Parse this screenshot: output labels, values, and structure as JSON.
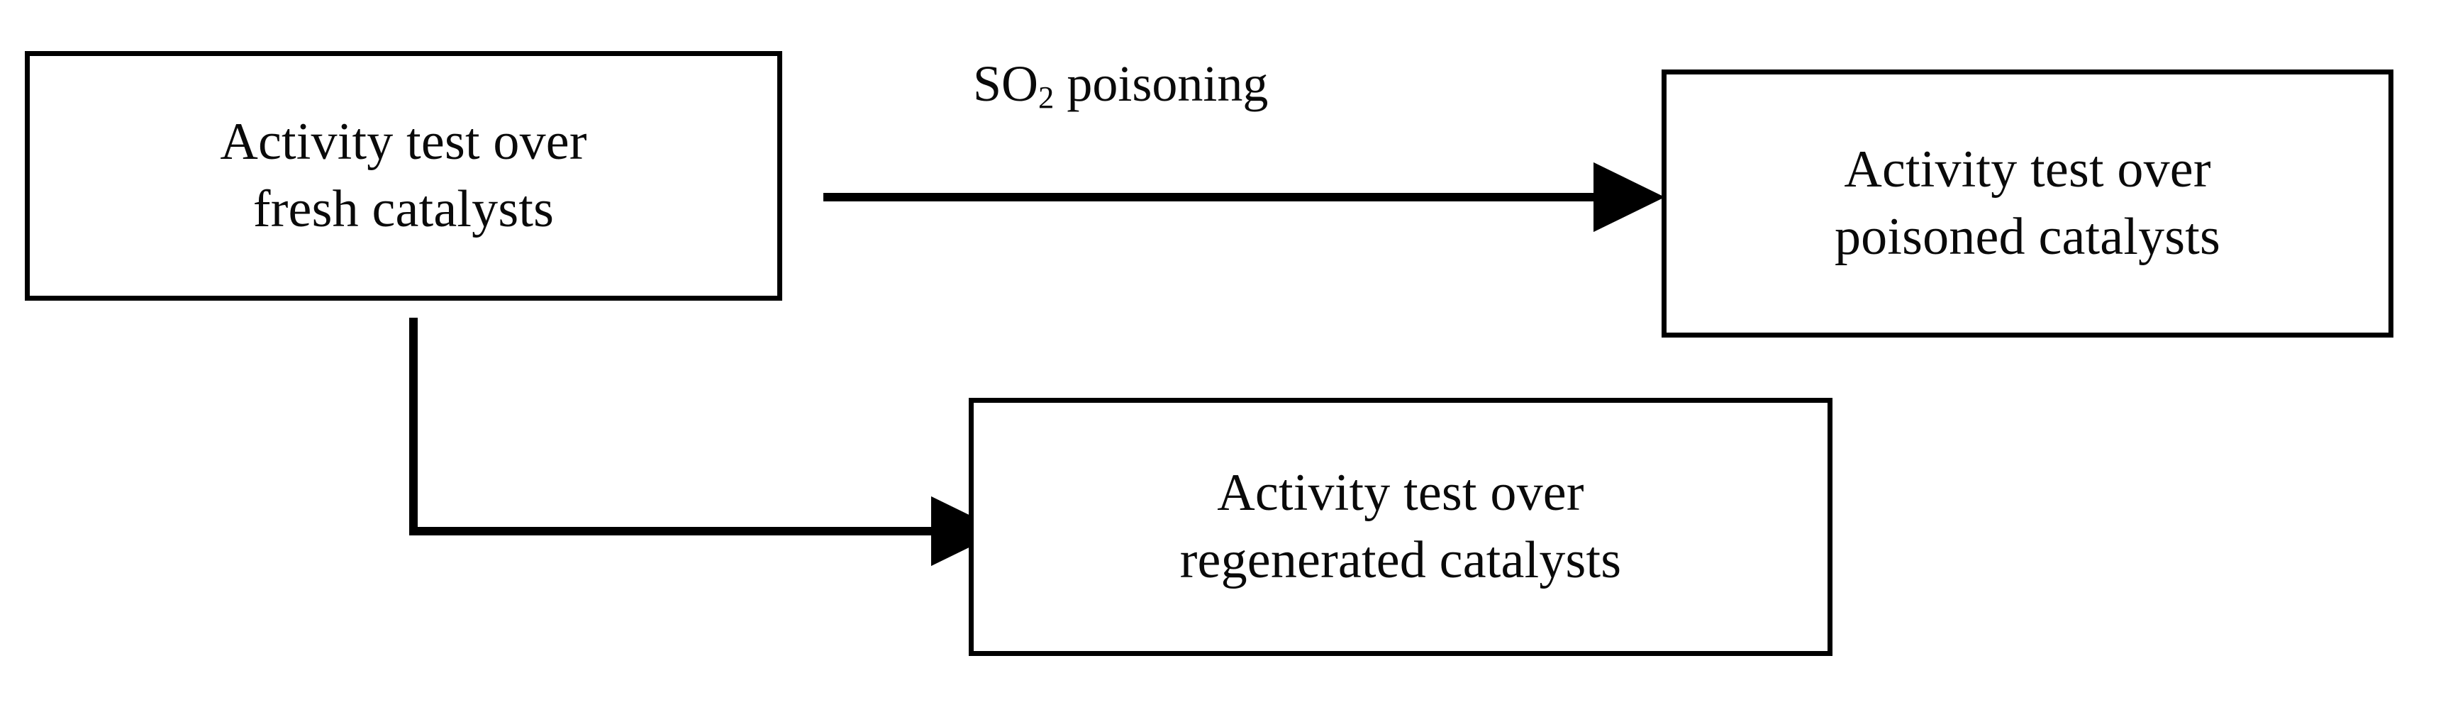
{
  "diagram": {
    "type": "flowchart",
    "background_color": "#ffffff",
    "stroke_color": "#000000",
    "text_color": "#0a0a0a",
    "nodes": [
      {
        "id": "fresh",
        "label": "Activity test over\nfresh catalysts",
        "line1": "Activity test over",
        "line2": "fresh catalysts"
      },
      {
        "id": "poisoned",
        "label": "Activity test over\npoisoned catalysts",
        "line1": "Activity test over",
        "line2": "poisoned catalysts"
      },
      {
        "id": "regenerated",
        "label": "Activity test over\nregenerated catalysts",
        "line1": "Activity test over",
        "line2": "regenerated catalysts"
      }
    ],
    "edges": [
      {
        "id": "fresh-to-poisoned",
        "from": "fresh",
        "to": "poisoned",
        "style": "straight-arrow",
        "label_prefix": "SO",
        "label_subscript": "2",
        "label_suffix": " poisoning",
        "label_plain": "SO2 poisoning"
      },
      {
        "id": "fresh-to-regenerated",
        "from": "fresh",
        "to": "regenerated",
        "style": "elbow-arrow",
        "label_plain": ""
      }
    ]
  }
}
